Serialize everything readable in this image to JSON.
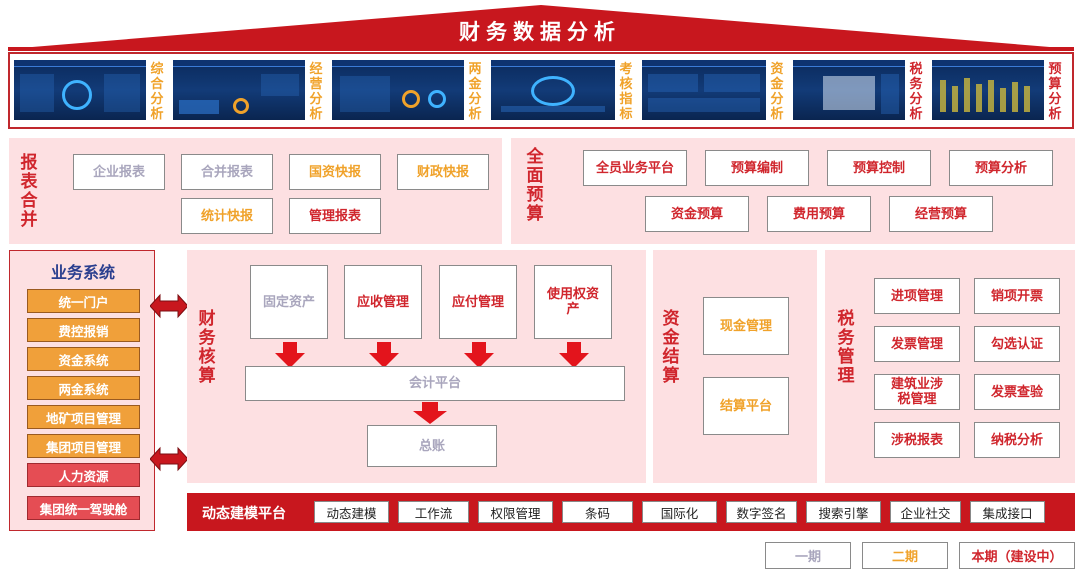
{
  "header": {
    "title": "财务数据分析"
  },
  "dashboards": [
    {
      "label": "综合分析"
    },
    {
      "label": "经营分析"
    },
    {
      "label": "两金分析"
    },
    {
      "label": "考核指标"
    },
    {
      "label": "资金分析"
    },
    {
      "label": "税务分析"
    },
    {
      "label": "预算分析"
    }
  ],
  "report_merge": {
    "title": "报表合并",
    "items": [
      "企业报表",
      "合并报表",
      "国资快报",
      "财政快报",
      "统计快报",
      "管理报表"
    ]
  },
  "budget": {
    "title": "全面预算",
    "items": [
      "全员业务平台",
      "预算编制",
      "预算控制",
      "预算分析",
      "资金预算",
      "费用预算",
      "经营预算"
    ]
  },
  "business_systems": {
    "title": "业务系统",
    "items": [
      "统一门户",
      "费控报销",
      "资金系统",
      "两金系统",
      "地矿项目管理",
      "集团项目管理",
      "人力资源",
      "集团统一驾驶舱"
    ]
  },
  "accounting": {
    "title": "财务核算",
    "modules": [
      "固定资产",
      "应收管理",
      "应付管理",
      "使用权资产"
    ],
    "platform": "会计平台",
    "ledger": "总账"
  },
  "funds": {
    "title": "资金结算",
    "items": [
      "现金管理",
      "结算平台"
    ]
  },
  "tax": {
    "title": "税务管理",
    "items": [
      "进项管理",
      "销项开票",
      "发票管理",
      "勾选认证",
      "建筑业涉税管理",
      "发票查验",
      "涉税报表",
      "纳税分析"
    ]
  },
  "modeling": {
    "title": "动态建模平台",
    "items": [
      "动态建模",
      "工作流",
      "权限管理",
      "条码",
      "国际化",
      "数字签名",
      "搜索引擎",
      "企业社交",
      "集成接口"
    ]
  },
  "legend": {
    "phase1": "一期",
    "phase2": "二期",
    "current": "本期（建设中）"
  },
  "colors": {
    "brand_red": "#c8171e",
    "panel_pink": "#fde0e2",
    "phase1_gray": "#a9a6bd",
    "phase2_orange": "#f0a22a",
    "current_red": "#d0262d",
    "nav_blue": "#2b3f8f"
  }
}
